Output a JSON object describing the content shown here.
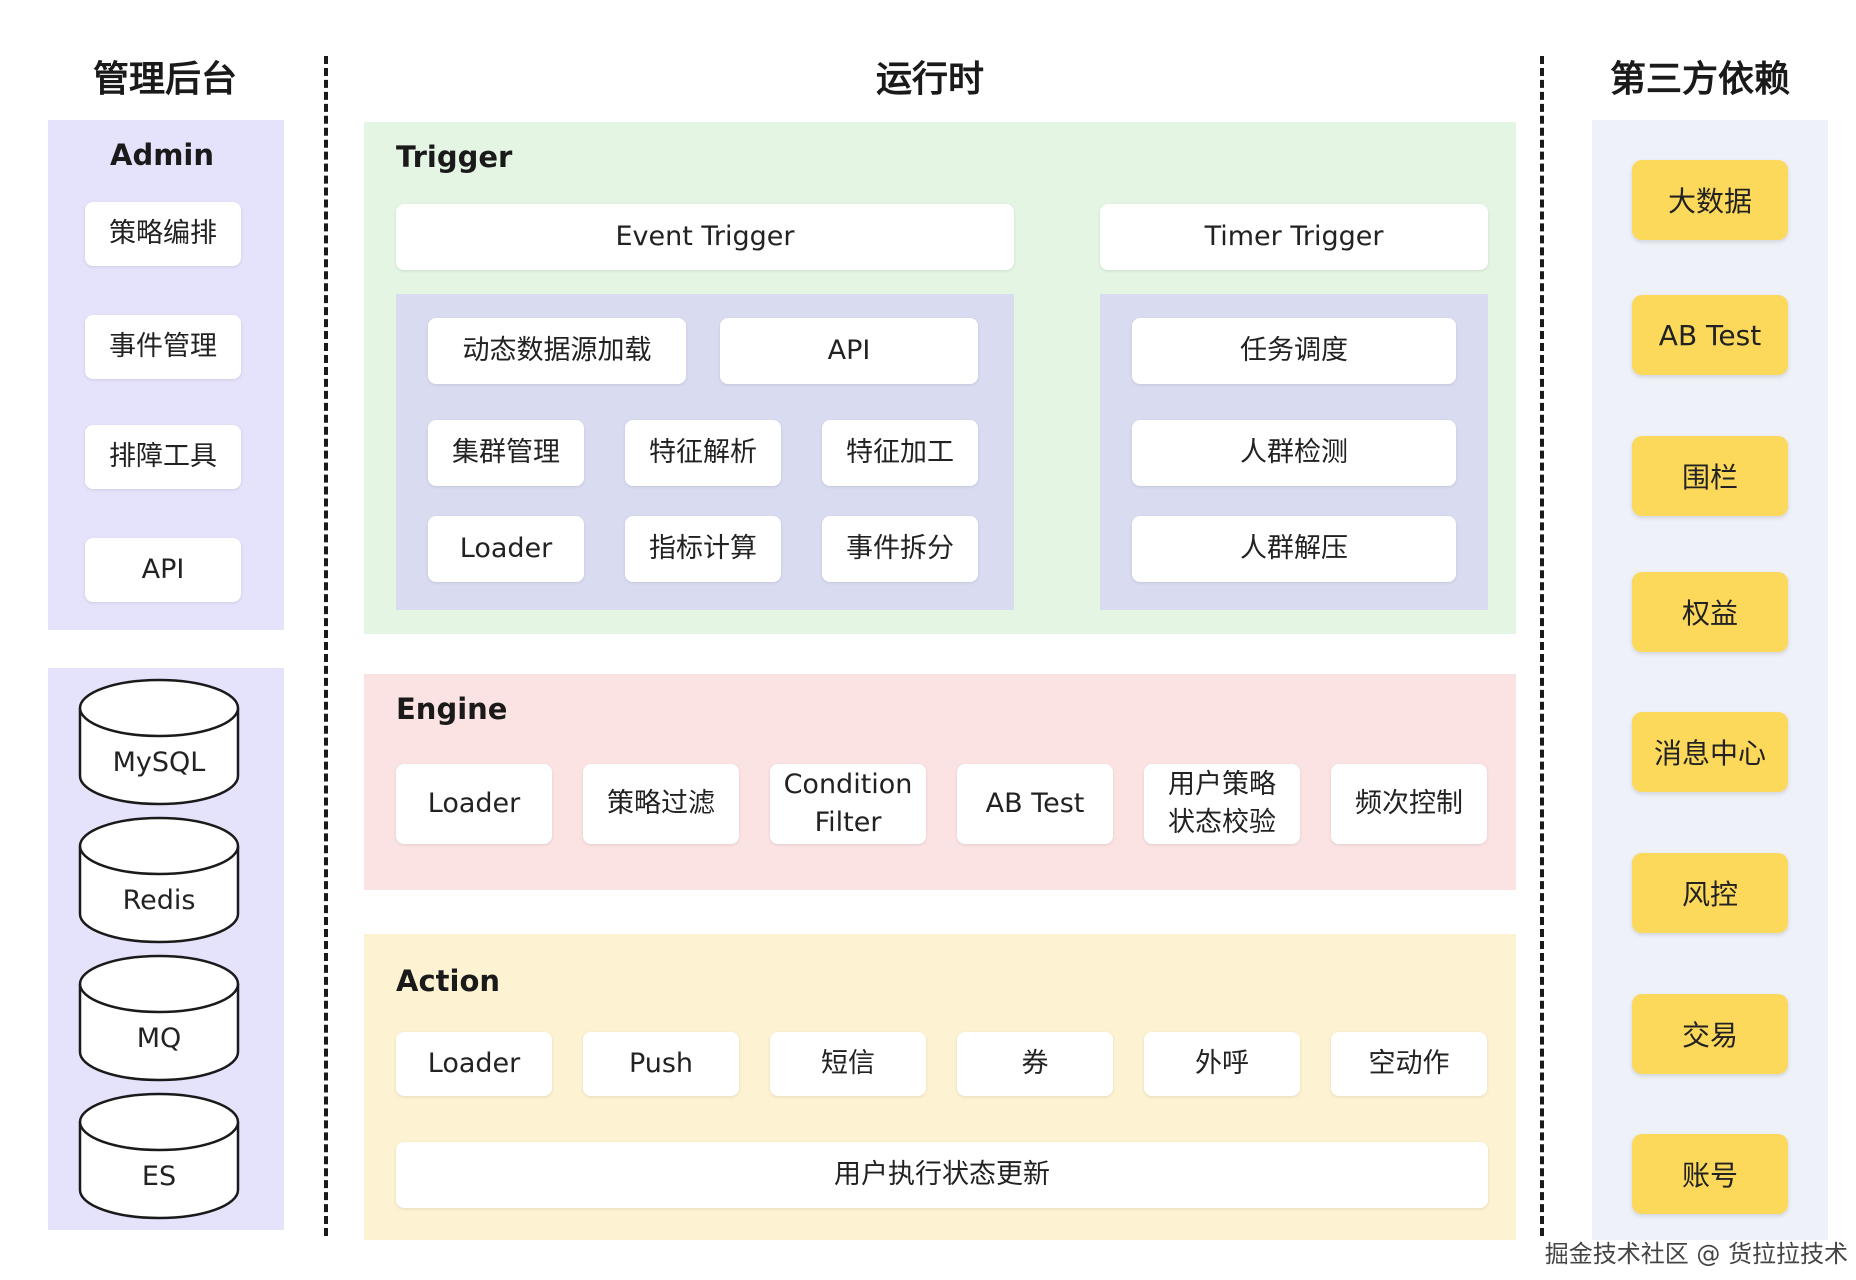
{
  "columns": {
    "admin": "管理后台",
    "runtime": "运行时",
    "third_party": "第三方依赖"
  },
  "admin": {
    "title": "Admin",
    "items": [
      "策略编排",
      "事件管理",
      "排障工具",
      "API"
    ]
  },
  "storage": [
    "MySQL",
    "Redis",
    "MQ",
    "ES"
  ],
  "trigger": {
    "title": "Trigger",
    "event_trigger": "Event Trigger",
    "timer_trigger": "Timer Trigger",
    "event_items": [
      "动态数据源加载",
      "API",
      "集群管理",
      "特征解析",
      "特征加工",
      "Loader",
      "指标计算",
      "事件拆分"
    ],
    "timer_items": [
      "任务调度",
      "人群检测",
      "人群解压"
    ]
  },
  "engine": {
    "title": "Engine",
    "items": [
      "Loader",
      "策略过滤",
      "Condition\nFilter",
      "AB Test",
      "用户策略\n状态校验",
      "频次控制"
    ]
  },
  "action": {
    "title": "Action",
    "items": [
      "Loader",
      "Push",
      "短信",
      "券",
      "外呼",
      "空动作"
    ],
    "bottom": "用户执行状态更新"
  },
  "third_party": {
    "items": [
      "大数据",
      "AB Test",
      "围栏",
      "权益",
      "消息中心",
      "风控",
      "交易",
      "账号"
    ]
  },
  "footer": "掘金技术社区 @ 货拉拉技术",
  "colors": {
    "admin_bg": "#e5e2fb",
    "trigger_bg": "#e4f5e3",
    "engine_bg": "#fbe3e3",
    "action_bg": "#fdf3d3",
    "third_party_item": "#fcd95a"
  }
}
